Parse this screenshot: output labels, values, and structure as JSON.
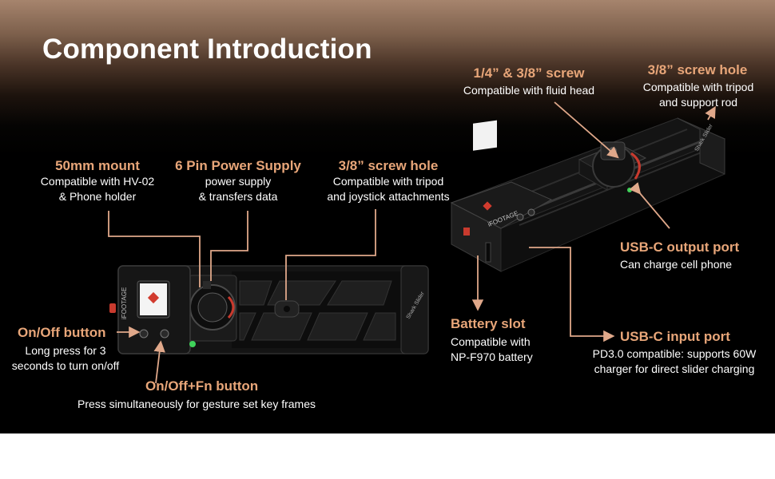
{
  "title": "Component Introduction",
  "colors": {
    "accent": "#e8a679",
    "leader": "#e0a88a",
    "background": "#000000",
    "text": "#ffffff"
  },
  "callouts": {
    "mount": {
      "heading": "50mm mount",
      "lines": [
        "Compatible with HV-02",
        "& Phone holder"
      ]
    },
    "power": {
      "heading": "6 Pin Power Supply",
      "lines": [
        "power supply",
        "& transfers data"
      ]
    },
    "screw_joystick": {
      "heading": "3/8” screw hole",
      "lines": [
        "Compatible with tripod",
        "and joystick attachments"
      ]
    },
    "screw_fluid": {
      "heading": "1/4” & 3/8” screw",
      "lines": [
        "Compatible with fluid head"
      ]
    },
    "screw_tripod": {
      "heading": "3/8” screw hole",
      "lines": [
        "Compatible with tripod",
        "and support rod"
      ]
    },
    "usbc_out": {
      "heading": "USB-C output port",
      "lines": [
        "Can charge cell phone"
      ]
    },
    "battery": {
      "heading": "Battery slot",
      "lines": [
        "Compatible with",
        "NP-F970 battery"
      ]
    },
    "usbc_in": {
      "heading": "USB-C input port",
      "lines": [
        "PD3.0 compatible:  supports 60W",
        "charger for direct slider charging"
      ]
    },
    "onoff": {
      "heading": "On/Off button",
      "lines": [
        "Long press for 3",
        "seconds to turn on/off"
      ]
    },
    "onoff_fn": {
      "heading": "On/Off+Fn button",
      "lines": [
        "Press simultaneously for gesture set key frames"
      ]
    }
  },
  "device": {
    "brand": "iFOOTAGE",
    "model": "Shark Slider",
    "icons": [
      "power-button-icon",
      "fn-button-icon",
      "status-led-icon",
      "screen-logo-icon"
    ]
  }
}
